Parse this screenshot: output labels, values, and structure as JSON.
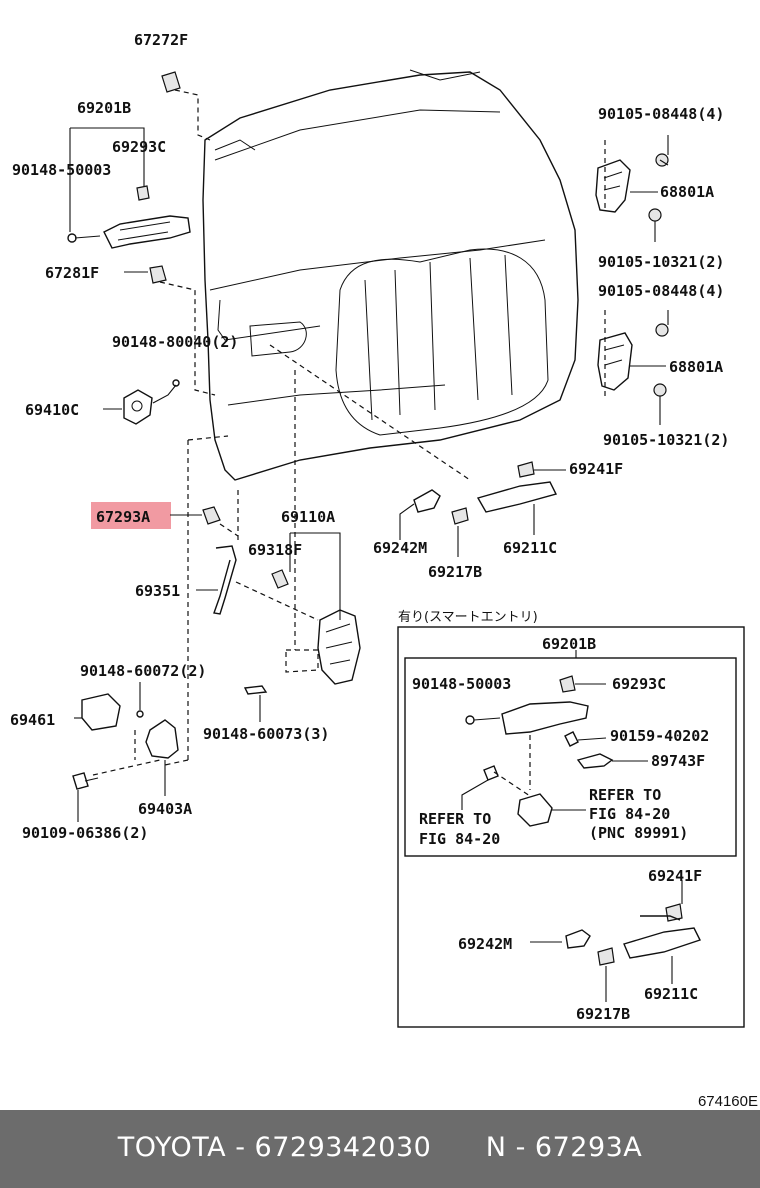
{
  "labels": {
    "p67272F": "67272F",
    "p69201B_top": "69201B",
    "p69293C_top": "69293C",
    "p90148_50003_top": "90148-50003",
    "p67281F": "67281F",
    "p90148_80040": "90148-80040(2)",
    "p69410C": "69410C",
    "p67293A": "67293A",
    "p69351": "69351",
    "p90148_60072": "90148-60072(2)",
    "p69461": "69461",
    "p69403A": "69403A",
    "p90109_06386": "90109-06386(2)",
    "p69110A": "69110A",
    "p69318F": "69318F",
    "p90148_60073": "90148-60073(3)",
    "p69242M_top": "69242M",
    "p69217B_top": "69217B",
    "p69211C_top": "69211C",
    "p69241F_top": "69241F",
    "p90105_08448_a": "90105-08448(4)",
    "p68801A_a": "68801A",
    "p90105_10321_a": "90105-10321(2)",
    "p90105_08448_b": "90105-08448(4)",
    "p68801A_b": "68801A",
    "p90105_10321_b": "90105-10321(2)",
    "box_title": "有り(スマートエントリ)",
    "p69201B_box": "69201B",
    "p90148_50003_box": "90148-50003",
    "p69293C_box": "69293C",
    "p90159_40202": "90159-40202",
    "p89743F": "89743F",
    "refer_left_1": "REFER TO",
    "refer_left_2": "FIG 84-20",
    "refer_right_1": "REFER TO",
    "refer_right_2": "FIG 84-20",
    "refer_right_3": "(PNC 89991)",
    "p69241F_box": "69241F",
    "p69242M_box": "69242M",
    "p69211C_box": "69211C",
    "p69217B_box": "69217B"
  },
  "highlighted_part": "67293A",
  "highlight_color": "#f19aa2",
  "figure_code": "674160E",
  "footer": {
    "text": "TOYOTA - 6729342030      N - 67293A",
    "background": "#6c6c6c"
  }
}
